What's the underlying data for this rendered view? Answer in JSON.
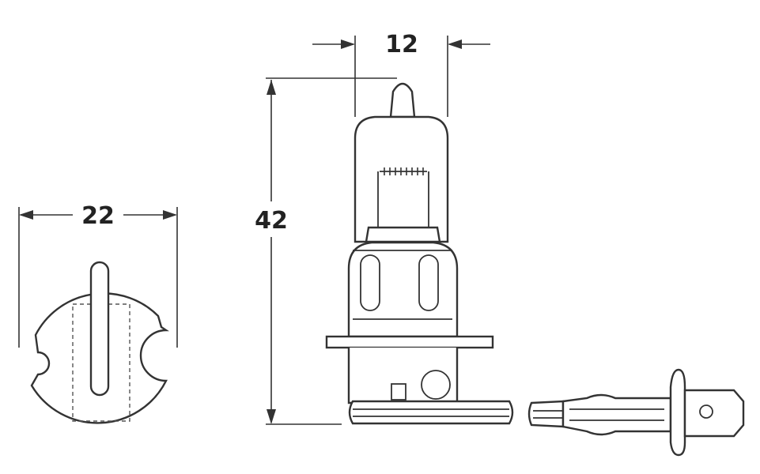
{
  "dimensions": {
    "base_width": "22",
    "glass_width": "12",
    "overall_height": "42"
  }
}
